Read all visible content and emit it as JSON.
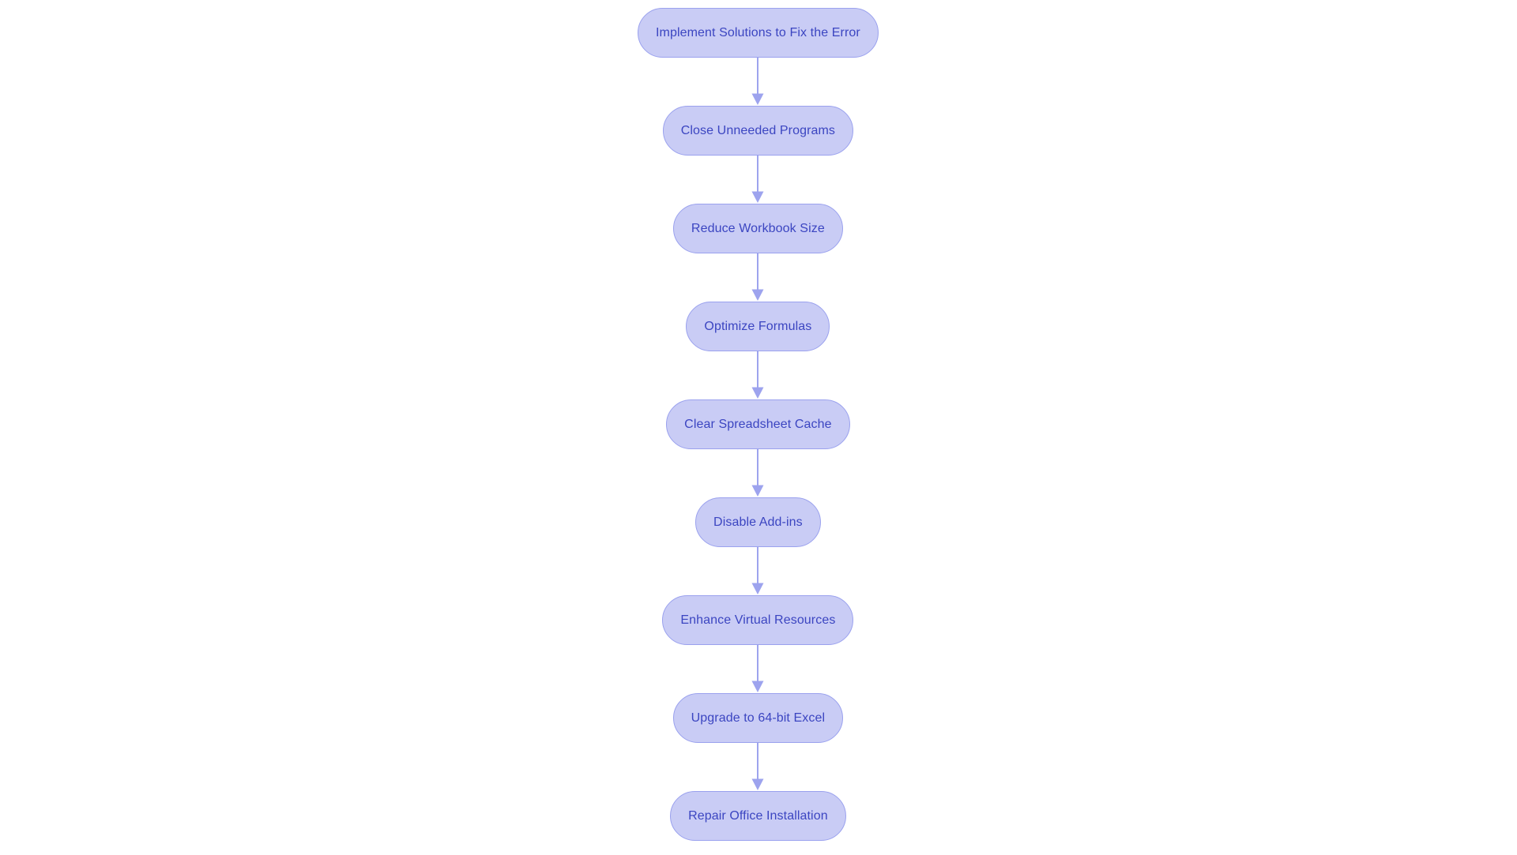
{
  "flowchart": {
    "type": "flowchart",
    "direction": "top-down",
    "background_color": "#ffffff",
    "colors": {
      "node_fill": "#c9ccf5",
      "node_border": "#9aa1ee",
      "node_text": "#3b45c1",
      "arrow": "#9da3ee"
    },
    "nodes": [
      {
        "id": 1,
        "label": "Implement Solutions to Fix the Error"
      },
      {
        "id": 2,
        "label": "Close Unneeded Programs"
      },
      {
        "id": 3,
        "label": "Reduce Workbook Size"
      },
      {
        "id": 4,
        "label": "Optimize Formulas"
      },
      {
        "id": 5,
        "label": "Clear Spreadsheet Cache"
      },
      {
        "id": 6,
        "label": "Disable Add-ins"
      },
      {
        "id": 7,
        "label": "Enhance Virtual Resources"
      },
      {
        "id": 8,
        "label": "Upgrade to 64-bit Excel"
      },
      {
        "id": 9,
        "label": "Repair Office Installation"
      }
    ],
    "edges": [
      {
        "from": 1,
        "to": 2
      },
      {
        "from": 2,
        "to": 3
      },
      {
        "from": 3,
        "to": 4
      },
      {
        "from": 4,
        "to": 5
      },
      {
        "from": 5,
        "to": 6
      },
      {
        "from": 6,
        "to": 7
      },
      {
        "from": 7,
        "to": 8
      },
      {
        "from": 8,
        "to": 9
      }
    ]
  }
}
